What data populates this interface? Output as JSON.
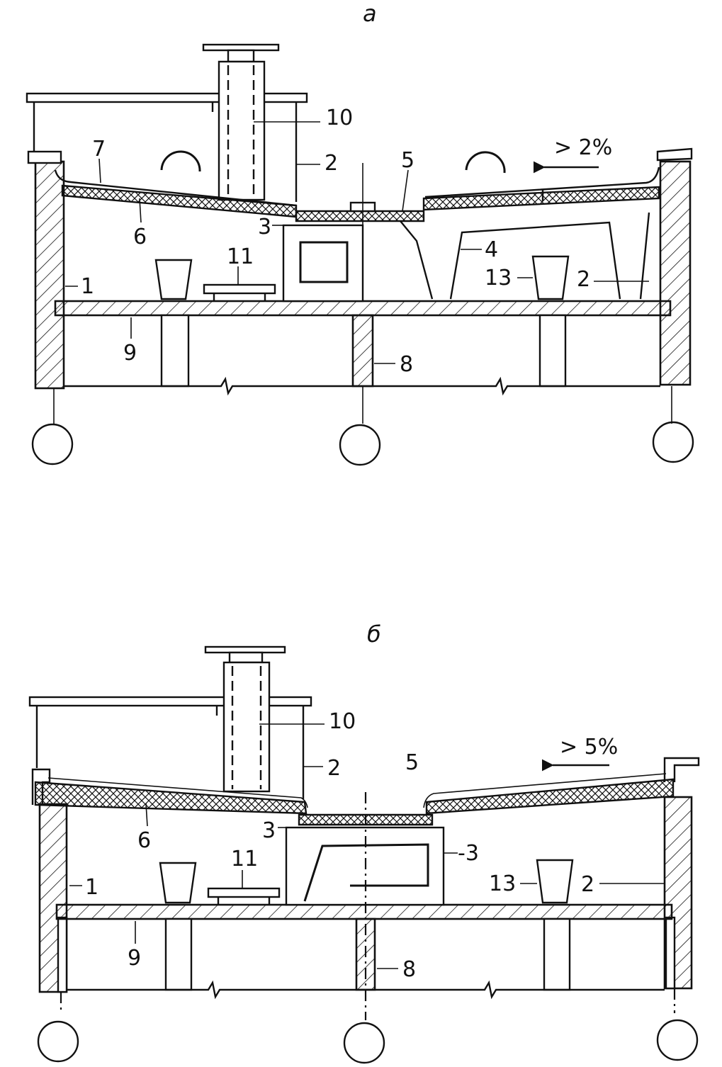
{
  "figure_a": {
    "title": "а",
    "slope": "> 2%",
    "labels": {
      "l1": "1",
      "l2a": "2",
      "l2b": "2",
      "l3": "3",
      "l4": "4",
      "l5": "5",
      "l6": "6",
      "l7": "7",
      "l8": "8",
      "l9": "9",
      "l10": "10",
      "l11": "11",
      "l13": "13"
    }
  },
  "figure_b": {
    "title": "б",
    "slope": "> 5%",
    "labels": {
      "l1": "1",
      "l2a": "2",
      "l2b": "2",
      "l3a": "3",
      "l3b": "-3",
      "l5": "5",
      "l6": "6",
      "l8": "8",
      "l9": "9",
      "l10": "10",
      "l11": "11",
      "l13": "13"
    }
  }
}
